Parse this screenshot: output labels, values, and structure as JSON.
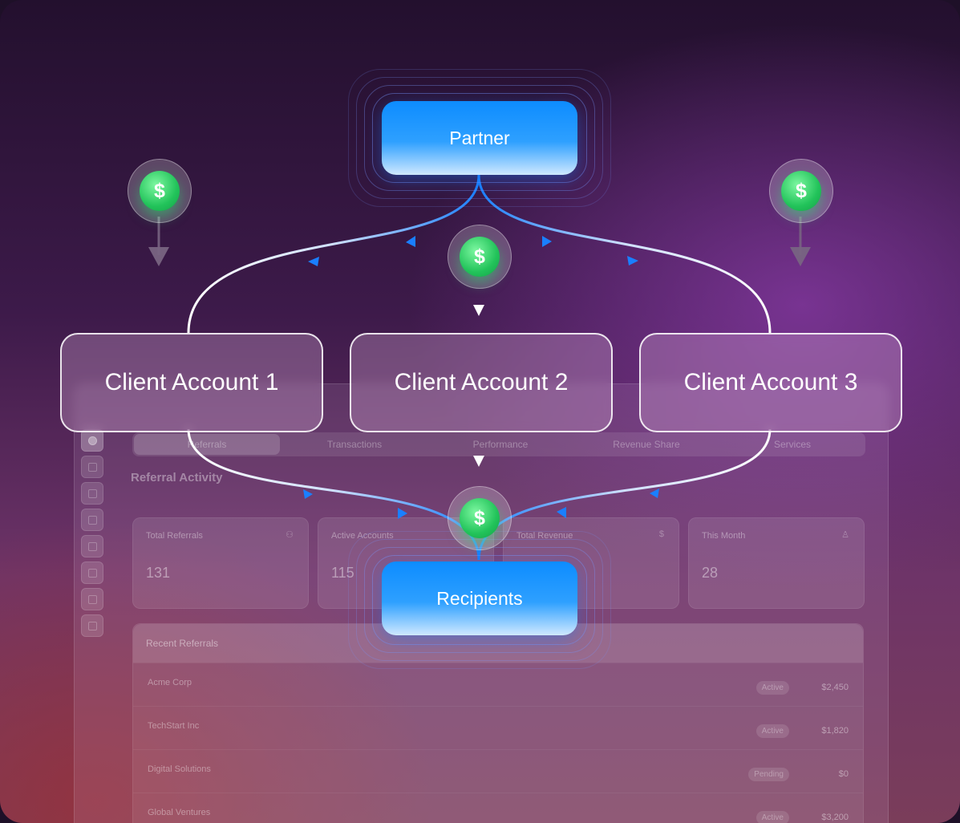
{
  "diagram": {
    "partner": "Partner",
    "recipients": "Recipients",
    "clients": [
      "Client Account 1",
      "Client Account 2",
      "Client Account 3"
    ],
    "coin_symbol": "$",
    "colors": {
      "flow_blue": "#1a7fff",
      "coin_green": "#22c35a",
      "node_blue": "#0d8cff"
    }
  },
  "dashboard": {
    "tabs": [
      "Referrals",
      "Transactions",
      "Performance",
      "Revenue Share",
      "Services"
    ],
    "heading": "Referral Activity",
    "stats": [
      {
        "label": "Total Referrals",
        "value": "131"
      },
      {
        "label": "Active Accounts",
        "value": "115"
      },
      {
        "label": "Total Revenue",
        "value": ""
      },
      {
        "label": "This Month",
        "value": "28"
      }
    ],
    "recent_title": "Recent Referrals",
    "rows": [
      {
        "name": "Acme Corp",
        "status": "Active",
        "amount": "$2,450"
      },
      {
        "name": "TechStart Inc",
        "status": "Active",
        "amount": "$1,820"
      },
      {
        "name": "Digital Solutions",
        "status": "Pending",
        "amount": "$0"
      },
      {
        "name": "Global Ventures",
        "status": "Active",
        "amount": "$3,200"
      }
    ]
  }
}
